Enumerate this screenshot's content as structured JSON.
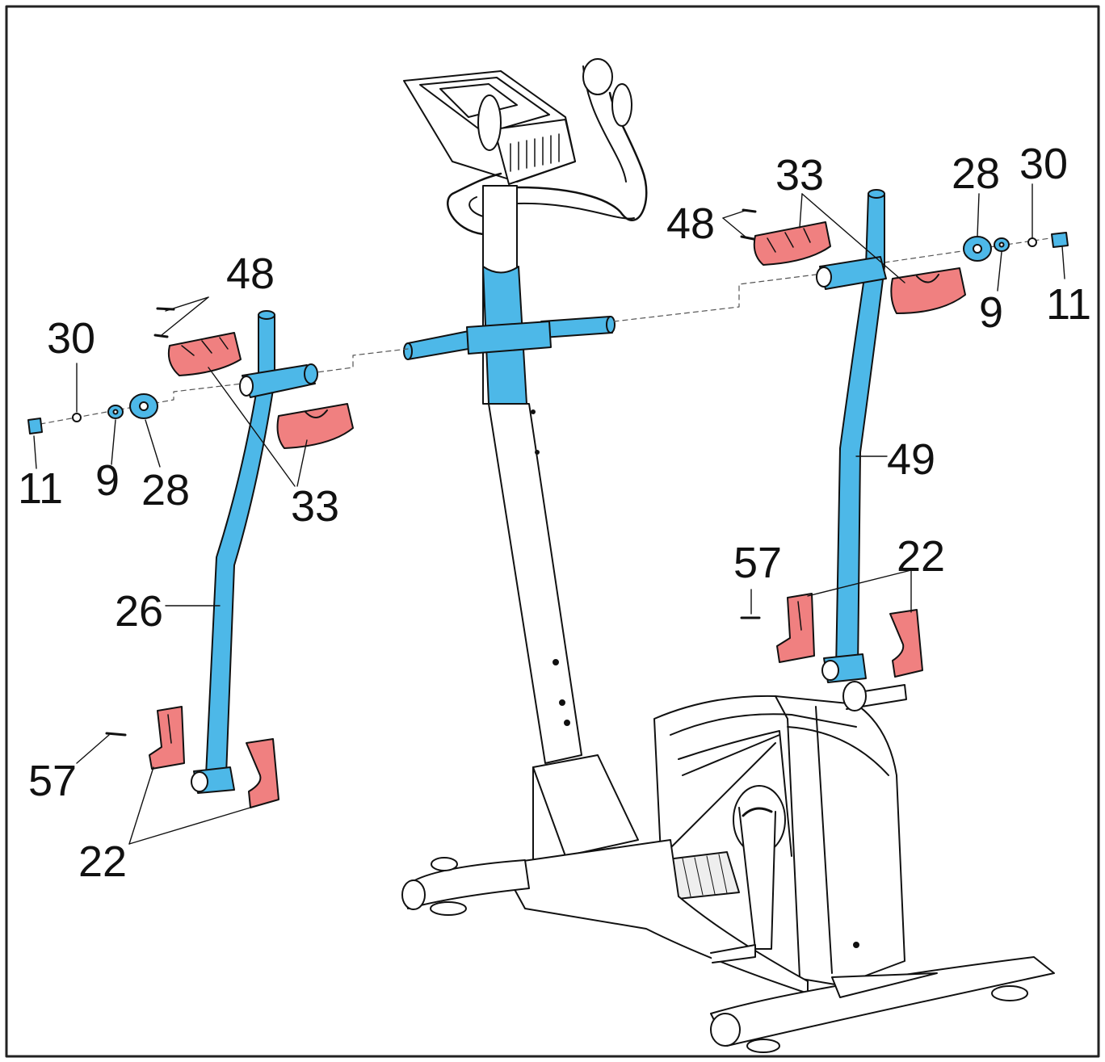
{
  "diagram": {
    "title": "",
    "part_labels": {
      "left_30": "30",
      "left_11": "11",
      "left_9": "9",
      "left_28": "28",
      "left_48": "48",
      "left_33": "33",
      "left_26": "26",
      "left_57": "57",
      "left_22": "22",
      "right_33": "33",
      "right_48": "48",
      "right_28": "28",
      "right_30": "30",
      "right_9": "9",
      "right_11": "11",
      "right_49": "49",
      "right_57": "57",
      "right_22": "22"
    },
    "colors": {
      "frame_line": "#111111",
      "highlight_tube": "#4db8e8",
      "highlight_cover": "#f08080",
      "background": "#ffffff"
    }
  }
}
